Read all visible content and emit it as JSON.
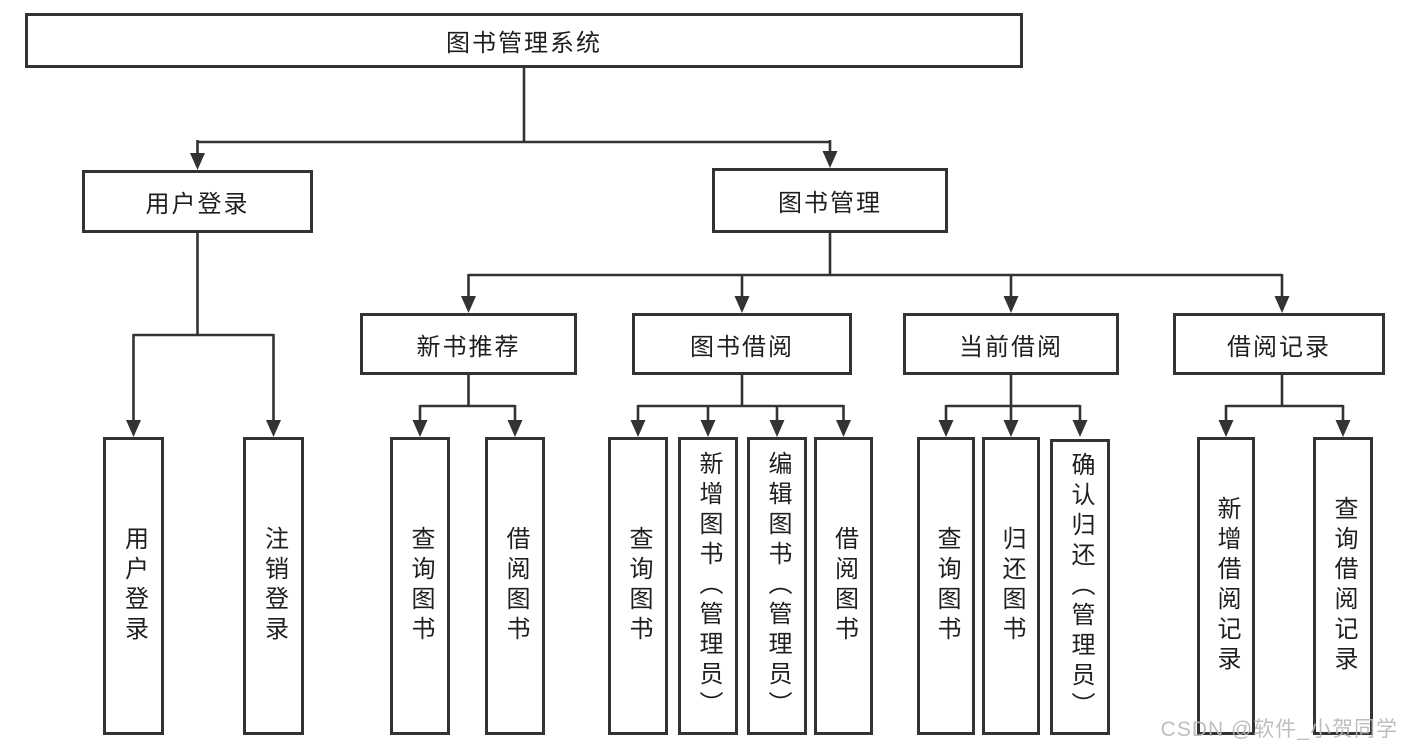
{
  "diagram": {
    "type": "tree",
    "title": "图书管理系统"
  },
  "nodes": {
    "root": {
      "label": "图书管理系统"
    },
    "user_login": {
      "label": "用户登录"
    },
    "book_mgmt": {
      "label": "图书管理"
    },
    "new_book_rec": {
      "label": "新书推荐"
    },
    "book_borrow": {
      "label": "图书借阅"
    },
    "current_borrow": {
      "label": "当前借阅"
    },
    "borrow_record": {
      "label": "借阅记录"
    },
    "ul_login": {
      "label": "用户登录"
    },
    "ul_logout": {
      "label": "注销登录"
    },
    "nb_query": {
      "label": "查询图书"
    },
    "nb_borrow": {
      "label": "借阅图书"
    },
    "bb_query": {
      "label": "查询图书"
    },
    "bb_add": {
      "label": "新增图书（管理员）"
    },
    "bb_edit": {
      "label": "编辑图书（管理员）"
    },
    "bb_borrow": {
      "label": "借阅图书"
    },
    "cb_query": {
      "label": "查询图书"
    },
    "cb_return": {
      "label": "归还图书"
    },
    "cb_confirm": {
      "label": "确认归还（管理员）"
    },
    "br_add": {
      "label": "新增借阅记录"
    },
    "br_query": {
      "label": "查询借阅记录"
    }
  },
  "edges": [
    [
      "root",
      "user_login"
    ],
    [
      "root",
      "book_mgmt"
    ],
    [
      "user_login",
      "ul_login"
    ],
    [
      "user_login",
      "ul_logout"
    ],
    [
      "book_mgmt",
      "new_book_rec"
    ],
    [
      "book_mgmt",
      "book_borrow"
    ],
    [
      "book_mgmt",
      "current_borrow"
    ],
    [
      "book_mgmt",
      "borrow_record"
    ],
    [
      "new_book_rec",
      "nb_query"
    ],
    [
      "new_book_rec",
      "nb_borrow"
    ],
    [
      "book_borrow",
      "bb_query"
    ],
    [
      "book_borrow",
      "bb_add"
    ],
    [
      "book_borrow",
      "bb_edit"
    ],
    [
      "book_borrow",
      "bb_borrow"
    ],
    [
      "current_borrow",
      "cb_query"
    ],
    [
      "current_borrow",
      "cb_return"
    ],
    [
      "current_borrow",
      "cb_confirm"
    ],
    [
      "borrow_record",
      "br_add"
    ],
    [
      "borrow_record",
      "br_query"
    ]
  ],
  "watermark": {
    "text": "CSDN @软件_小贺同学"
  },
  "colors": {
    "line": "#333333",
    "box_border": "#333333",
    "box_fill": "#ffffff",
    "text": "#1f1f1f",
    "watermark": "#b8b8b8",
    "background": "#ffffff"
  }
}
